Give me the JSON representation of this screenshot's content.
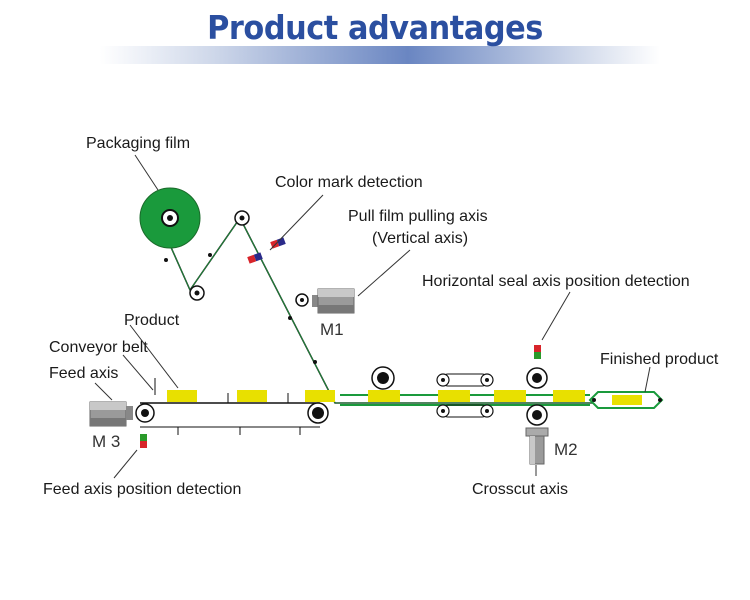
{
  "header": {
    "title": "Product advantages"
  },
  "labels": {
    "packaging_film": "Packaging film",
    "color_mark_detection": "Color mark detection",
    "pull_film_axis_line1": "Pull film pulling axis",
    "pull_film_axis_line2": "(Vertical axis)",
    "horizontal_seal_detection": "Horizontal seal axis position detection",
    "product": "Product",
    "conveyor_belt": "Conveyor belt",
    "feed_axis": "Feed axis",
    "finished_product": "Finished product",
    "feed_axis_position_detection": "Feed axis position detection",
    "crosscut_axis": "Crosscut axis"
  },
  "motors": {
    "m1": "M1",
    "m2": "M2",
    "m3": "M 3"
  },
  "colors": {
    "title": "#2b4fa0",
    "film": "#1a9a3c",
    "product": "#e8e000",
    "sensor_red": "#d8242a",
    "sensor_blue": "#2a2a8a",
    "sensor_green": "#2a9a2a"
  }
}
